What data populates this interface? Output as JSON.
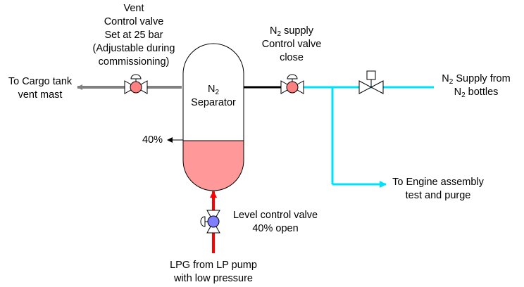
{
  "colors": {
    "vent_line": "#808080",
    "n2_line": "#00e0ff",
    "lpg_line": "#ff0000",
    "liquid": "#ff9999",
    "control_valve": "#ff8080",
    "level_valve": "#8080ff",
    "pipe_black": "#000000"
  },
  "level": {
    "percent": 40,
    "fraction": 0.4
  },
  "labels": {
    "vent_valve": [
      "Vent",
      "Control valve",
      "Set at 25 bar",
      "(Adjustable during",
      "commissioning)"
    ],
    "cargo_tank": [
      "To Cargo tank",
      "vent mast"
    ],
    "separator": {
      "prefix": "N",
      "sub": "2",
      "line2": "Separator"
    },
    "n2_supply_valve": {
      "prefix": "N",
      "sub": "2",
      "suffix": " supply",
      "line2": "Control valve",
      "line3": "close"
    },
    "n2_supply_from": {
      "l1_prefix": "N",
      "l1_sub": "2",
      "l1_suffix": " Supply from",
      "l2_prefix": "N",
      "l2_sub": "2",
      "l2_suffix": " bottles"
    },
    "level_mark": "40%",
    "engine": [
      "To Engine assembly",
      "test and purge"
    ],
    "level_valve": [
      "Level control valve",
      "40% open"
    ],
    "lpg": [
      "LPG from LP pump",
      "with low pressure"
    ]
  },
  "icons": {
    "vent_control_valve": "control-valve-icon",
    "n2_control_valve": "control-valve-icon",
    "n2_manual_valve": "manual-valve-icon",
    "level_control_valve": "control-valve-icon"
  }
}
